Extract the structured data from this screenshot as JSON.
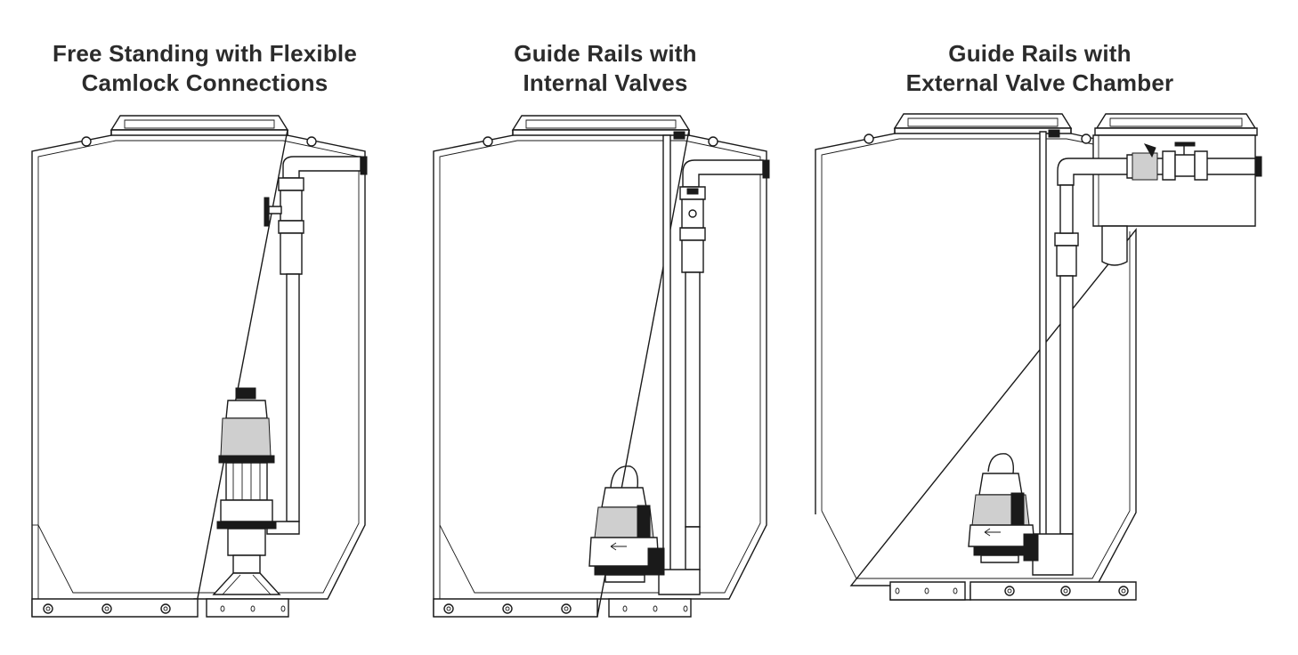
{
  "panels": [
    {
      "title_line1": "Free Standing with Flexible",
      "title_line2": "Camlock Connections"
    },
    {
      "title_line1": "Guide Rails with",
      "title_line2": "Internal Valves"
    },
    {
      "title_line1": "Guide Rails with",
      "title_line2": "External Valve Chamber"
    }
  ],
  "colors": {
    "line": "#1a1a1a",
    "title": "#2b2b2b",
    "background": "#ffffff"
  },
  "icons": [
    "tank-outline-icon",
    "pump-icon",
    "pipe-icon",
    "valve-icon",
    "valve-chamber-icon"
  ]
}
